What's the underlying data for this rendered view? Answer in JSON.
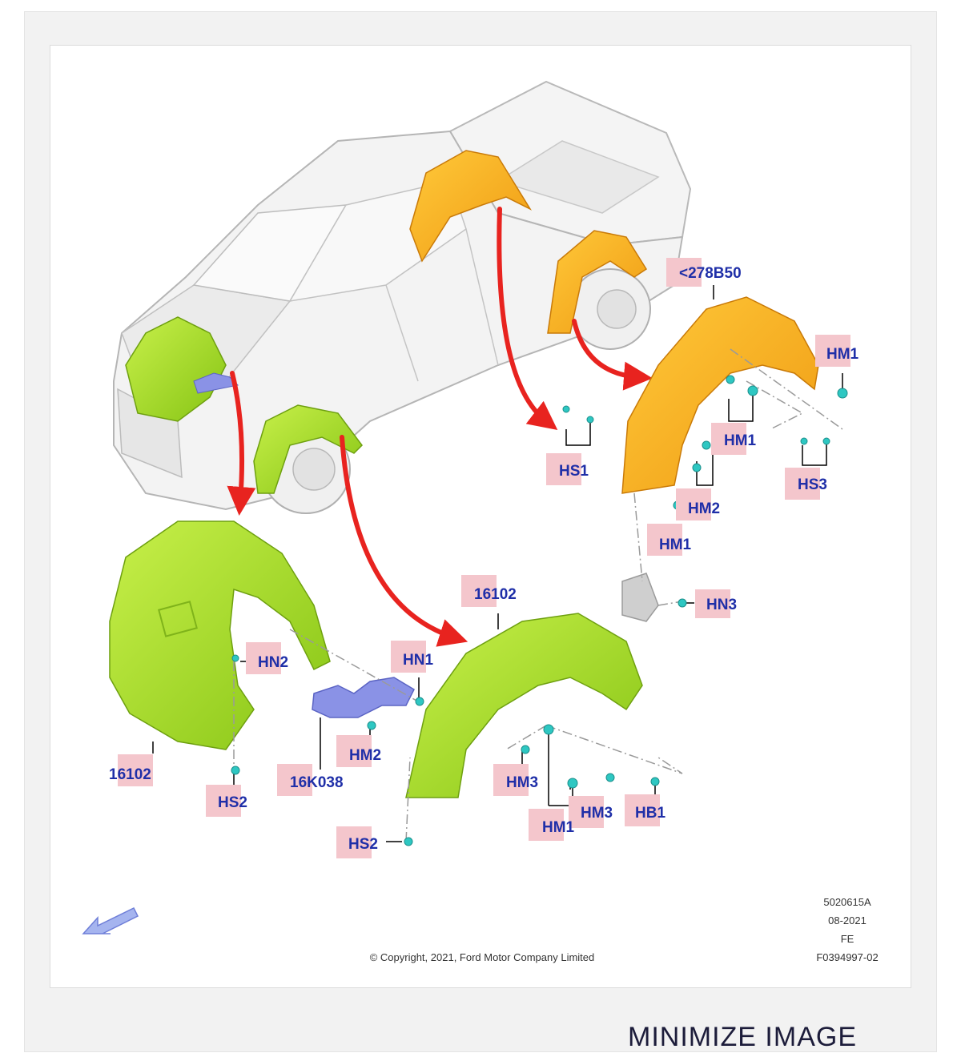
{
  "callouts": {
    "label_278B50": "<278B50",
    "hm1_right_top": "HM1",
    "hm1_right_mid": "HM1",
    "hs1": "HS1",
    "hs3": "HS3",
    "hm2_right": "HM2",
    "hm1_right_low": "HM1",
    "hn3": "HN3",
    "hn2": "HN2",
    "hn1": "HN1",
    "label_16102_left": "16102",
    "label_16102_right": "16102",
    "hs2_left": "HS2",
    "label_16K038": "16K038",
    "hm2_left": "HM2",
    "hm3_a": "HM3",
    "hm3_b": "HM3",
    "hb1": "HB1",
    "hm1_bottom": "HM1",
    "hs2_bottom": "HS2"
  },
  "meta": {
    "doc_number": "5020615A",
    "date": "08-2021",
    "code": "FE",
    "figure_id": "F0394997-02",
    "copyright": "© Copyright, 2021, Ford Motor Company Limited"
  },
  "controls": {
    "minimize_label": "MINIMIZE IMAGE"
  },
  "colors": {
    "callout_bg": "#f4c6cc",
    "callout_text": "#1f2fa8",
    "arrow": "#e8231f",
    "front_liner": "#a6e22a",
    "rear_liner": "#f5aa1c",
    "bracket": "#8a92e6",
    "fastener": "#2ec7c2"
  }
}
